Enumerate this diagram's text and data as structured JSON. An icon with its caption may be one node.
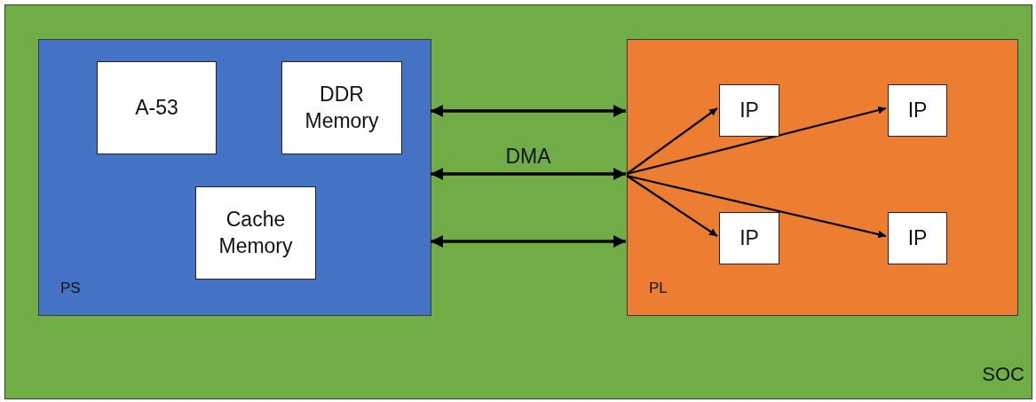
{
  "diagram": {
    "nodes": [
      {
        "text": [
          "SOC"
        ]
      },
      {
        "text": [
          "PS"
        ],
        "in": 0
      },
      {
        "text": [
          "A-53"
        ],
        "in": 1
      },
      {
        "text": [
          "DDR Memory"
        ],
        "in": 1
      },
      {
        "text": [
          "Cache Memory"
        ],
        "in": 1
      },
      {
        "text": [
          "PL"
        ],
        "in": 0
      },
      {
        "text": [
          "IP"
        ],
        "in": 5
      },
      {
        "text": [
          "IP"
        ],
        "in": 5
      },
      {
        "text": [
          "IP"
        ],
        "in": 5
      },
      {
        "text": [
          "IP"
        ],
        "in": 5
      }
    ],
    "edges": [
      {
        "from": 1,
        "to": 5,
        "arrow": "both"
      },
      {
        "from": 1,
        "to": 5,
        "arrow": "both",
        "label": "DMA"
      },
      {
        "from": 1,
        "to": 5,
        "arrow": "both"
      },
      {
        "from": 5,
        "to": 6,
        "arrow": "to"
      },
      {
        "from": 5,
        "to": 7,
        "arrow": "to"
      },
      {
        "from": 5,
        "to": 8,
        "arrow": "to"
      },
      {
        "from": 5,
        "to": 9,
        "arrow": "to"
      }
    ]
  }
}
